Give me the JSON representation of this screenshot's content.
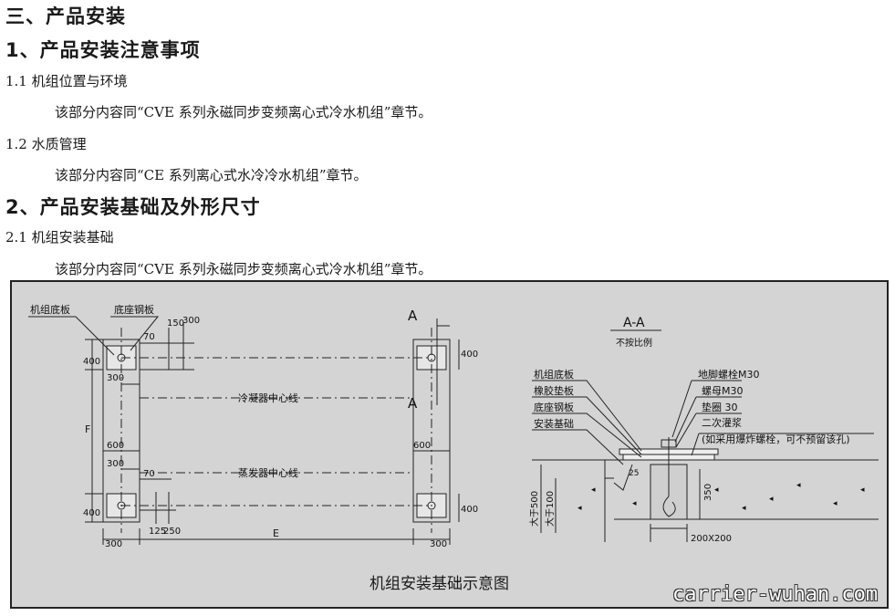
{
  "headings": {
    "section3": "三、产品安装",
    "item1": "1、产品安装注意事项",
    "item2": "2、产品安装基础及外形尺寸"
  },
  "subsections": {
    "s11_title": "1.1 机组位置与环境",
    "s11_body": "该部分内容同“CVE 系列永磁同步变频离心式冷水机组”章节。",
    "s12_title": "1.2  水质管理",
    "s12_body": "该部分内容同“CE 系列离心式水冷冷水机组”章节。",
    "s21_title": "2.1 机组安装基础",
    "s21_body": "该部分内容同“CVE 系列永磁同步变频离心式冷水机组”章节。"
  },
  "figure": {
    "caption": "机组安装基础示意图",
    "watermark": "carrier-wuhan.com",
    "plan": {
      "label_unit_base_plate": "机组底板",
      "label_seat_steel_plate": "底座钢板",
      "label_condenser_center": "冷凝器中心线",
      "label_evaporator_center": "蒸发器中心线",
      "section_mark": "A",
      "dim_F": "F",
      "dim_E": "E",
      "dims": [
        "70",
        "150",
        "300",
        "400",
        "300",
        "600",
        "300",
        "70",
        "400",
        "125",
        "250",
        "300",
        "400",
        "600",
        "400",
        "300"
      ]
    },
    "section": {
      "title": "A-A",
      "subtitle": "不按比例",
      "labels_left": [
        "机组底板",
        "橡胶垫板",
        "底座钢板",
        "安装基础"
      ],
      "labels_right": [
        "地脚螺栓M30",
        "螺母M30",
        "垫圈 30",
        "二次灌浆",
        "(如采用爆炸螺栓，可不预留该孔)"
      ],
      "dim_gt500": "大于500",
      "dim_gt100": "大于100",
      "dim_350": "350",
      "dim_200x200": "200X200",
      "dim_25": "25"
    }
  }
}
